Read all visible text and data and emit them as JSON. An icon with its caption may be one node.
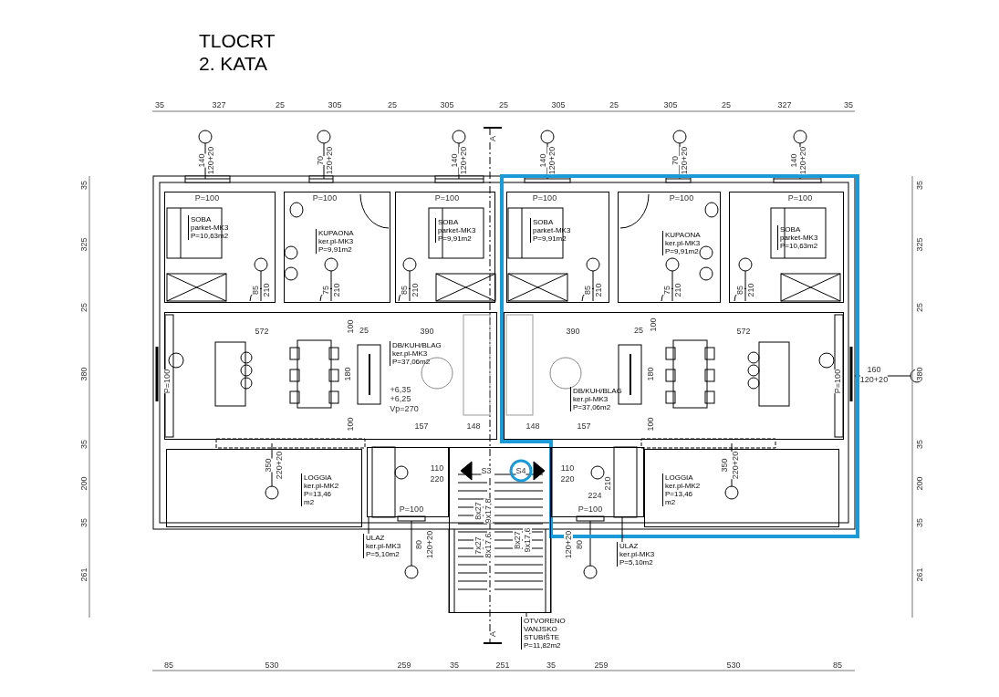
{
  "diagram": {
    "title": "TLOCRT 2. KATA",
    "nodes": [
      {
        "text": [
          "SOBA parket-MK3 P=10,63m2"
        ]
      },
      {
        "text": [
          "KUPAONA ker.pl-MK3 P=9,91m2"
        ]
      },
      {
        "text": [
          "SOBA parket-MK3 P=9,91m2"
        ]
      },
      {
        "text": [
          "SOBA parket-MK3 P=9,91m2"
        ]
      },
      {
        "text": [
          "KUPAONA ker.pl-MK3 P=9,91m2"
        ]
      },
      {
        "text": [
          "SOBA parket-MK3 P=10,63m2"
        ]
      },
      {
        "text": [
          "DB/KUH/BLAG ker.pl-MK3 P=37,06m2"
        ]
      },
      {
        "text": [
          "DB/KUH/BLAG ker.pl-MK3 P=37,06m2"
        ]
      },
      {
        "text": [
          "LOGGIA ker.pl-MK2 P=13,46 m2"
        ]
      },
      {
        "text": [
          "LOGGIA ker.pl-MK2 P=13,46 m2"
        ]
      },
      {
        "text": [],
        "shape": "box"
      },
      {
        "text": [
          "ULAZ ker.pl-MK3 P=5,10m2"
        ]
      },
      {
        "text": [],
        "shape": "box"
      },
      {
        "text": [],
        "shape": "box"
      },
      {
        "text": [
          "ULAZ ker.pl-MK3 P=5,10m2"
        ]
      },
      {
        "text": [
          "OTVORENO VANJSKO STUBIŠTE P=11,82m2"
        ]
      }
    ],
    "edges": [
      {
        "from": 11,
        "to": 10,
        "arrow": "none"
      },
      {
        "from": 14,
        "to": 13,
        "arrow": "none"
      },
      {
        "from": 15,
        "to": 12,
        "arrow": "none"
      }
    ],
    "labels": [
      "35",
      "327",
      "25",
      "305",
      "25",
      "305",
      "25",
      "305",
      "25",
      "305",
      "25",
      "327",
      "35",
      "A",
      "140",
      "120+20",
      "70",
      "120+20",
      "140",
      "120+20",
      "140",
      "120+20",
      "70",
      "120+20",
      "140",
      "120+20",
      "35",
      "325",
      "25",
      "380",
      "35",
      "200",
      "35",
      "261",
      "35",
      "325",
      "25",
      "380",
      "35",
      "200",
      "35",
      "261",
      "P=100",
      "P=100",
      "P=100",
      "P=100",
      "P=100",
      "P=100",
      "85",
      "210",
      "75",
      "210",
      "85",
      "210",
      "85",
      "210",
      "75",
      "210",
      "85",
      "210",
      "572",
      "100",
      "25",
      "390",
      "390",
      "25",
      "100",
      "572",
      "P=100",
      "180",
      "+6,35",
      "+6,25",
      "Vp=270",
      "180",
      "P=100",
      "160",
      "120+20",
      "100",
      "157",
      "148",
      "148",
      "157",
      "100",
      "350",
      "220+20",
      "110",
      "220",
      "S3",
      "S4",
      "110",
      "220",
      "350",
      "220+20",
      "210",
      "224",
      "8x27",
      "9x17,8",
      "P=100",
      "P=100",
      "7x27",
      "8x17,6",
      "8x27",
      "9x17,6",
      "80",
      "120+20",
      "80",
      "120+20",
      "A",
      "85",
      "530",
      "259",
      "35",
      "251",
      "35",
      "259",
      "530",
      "85"
    ]
  }
}
